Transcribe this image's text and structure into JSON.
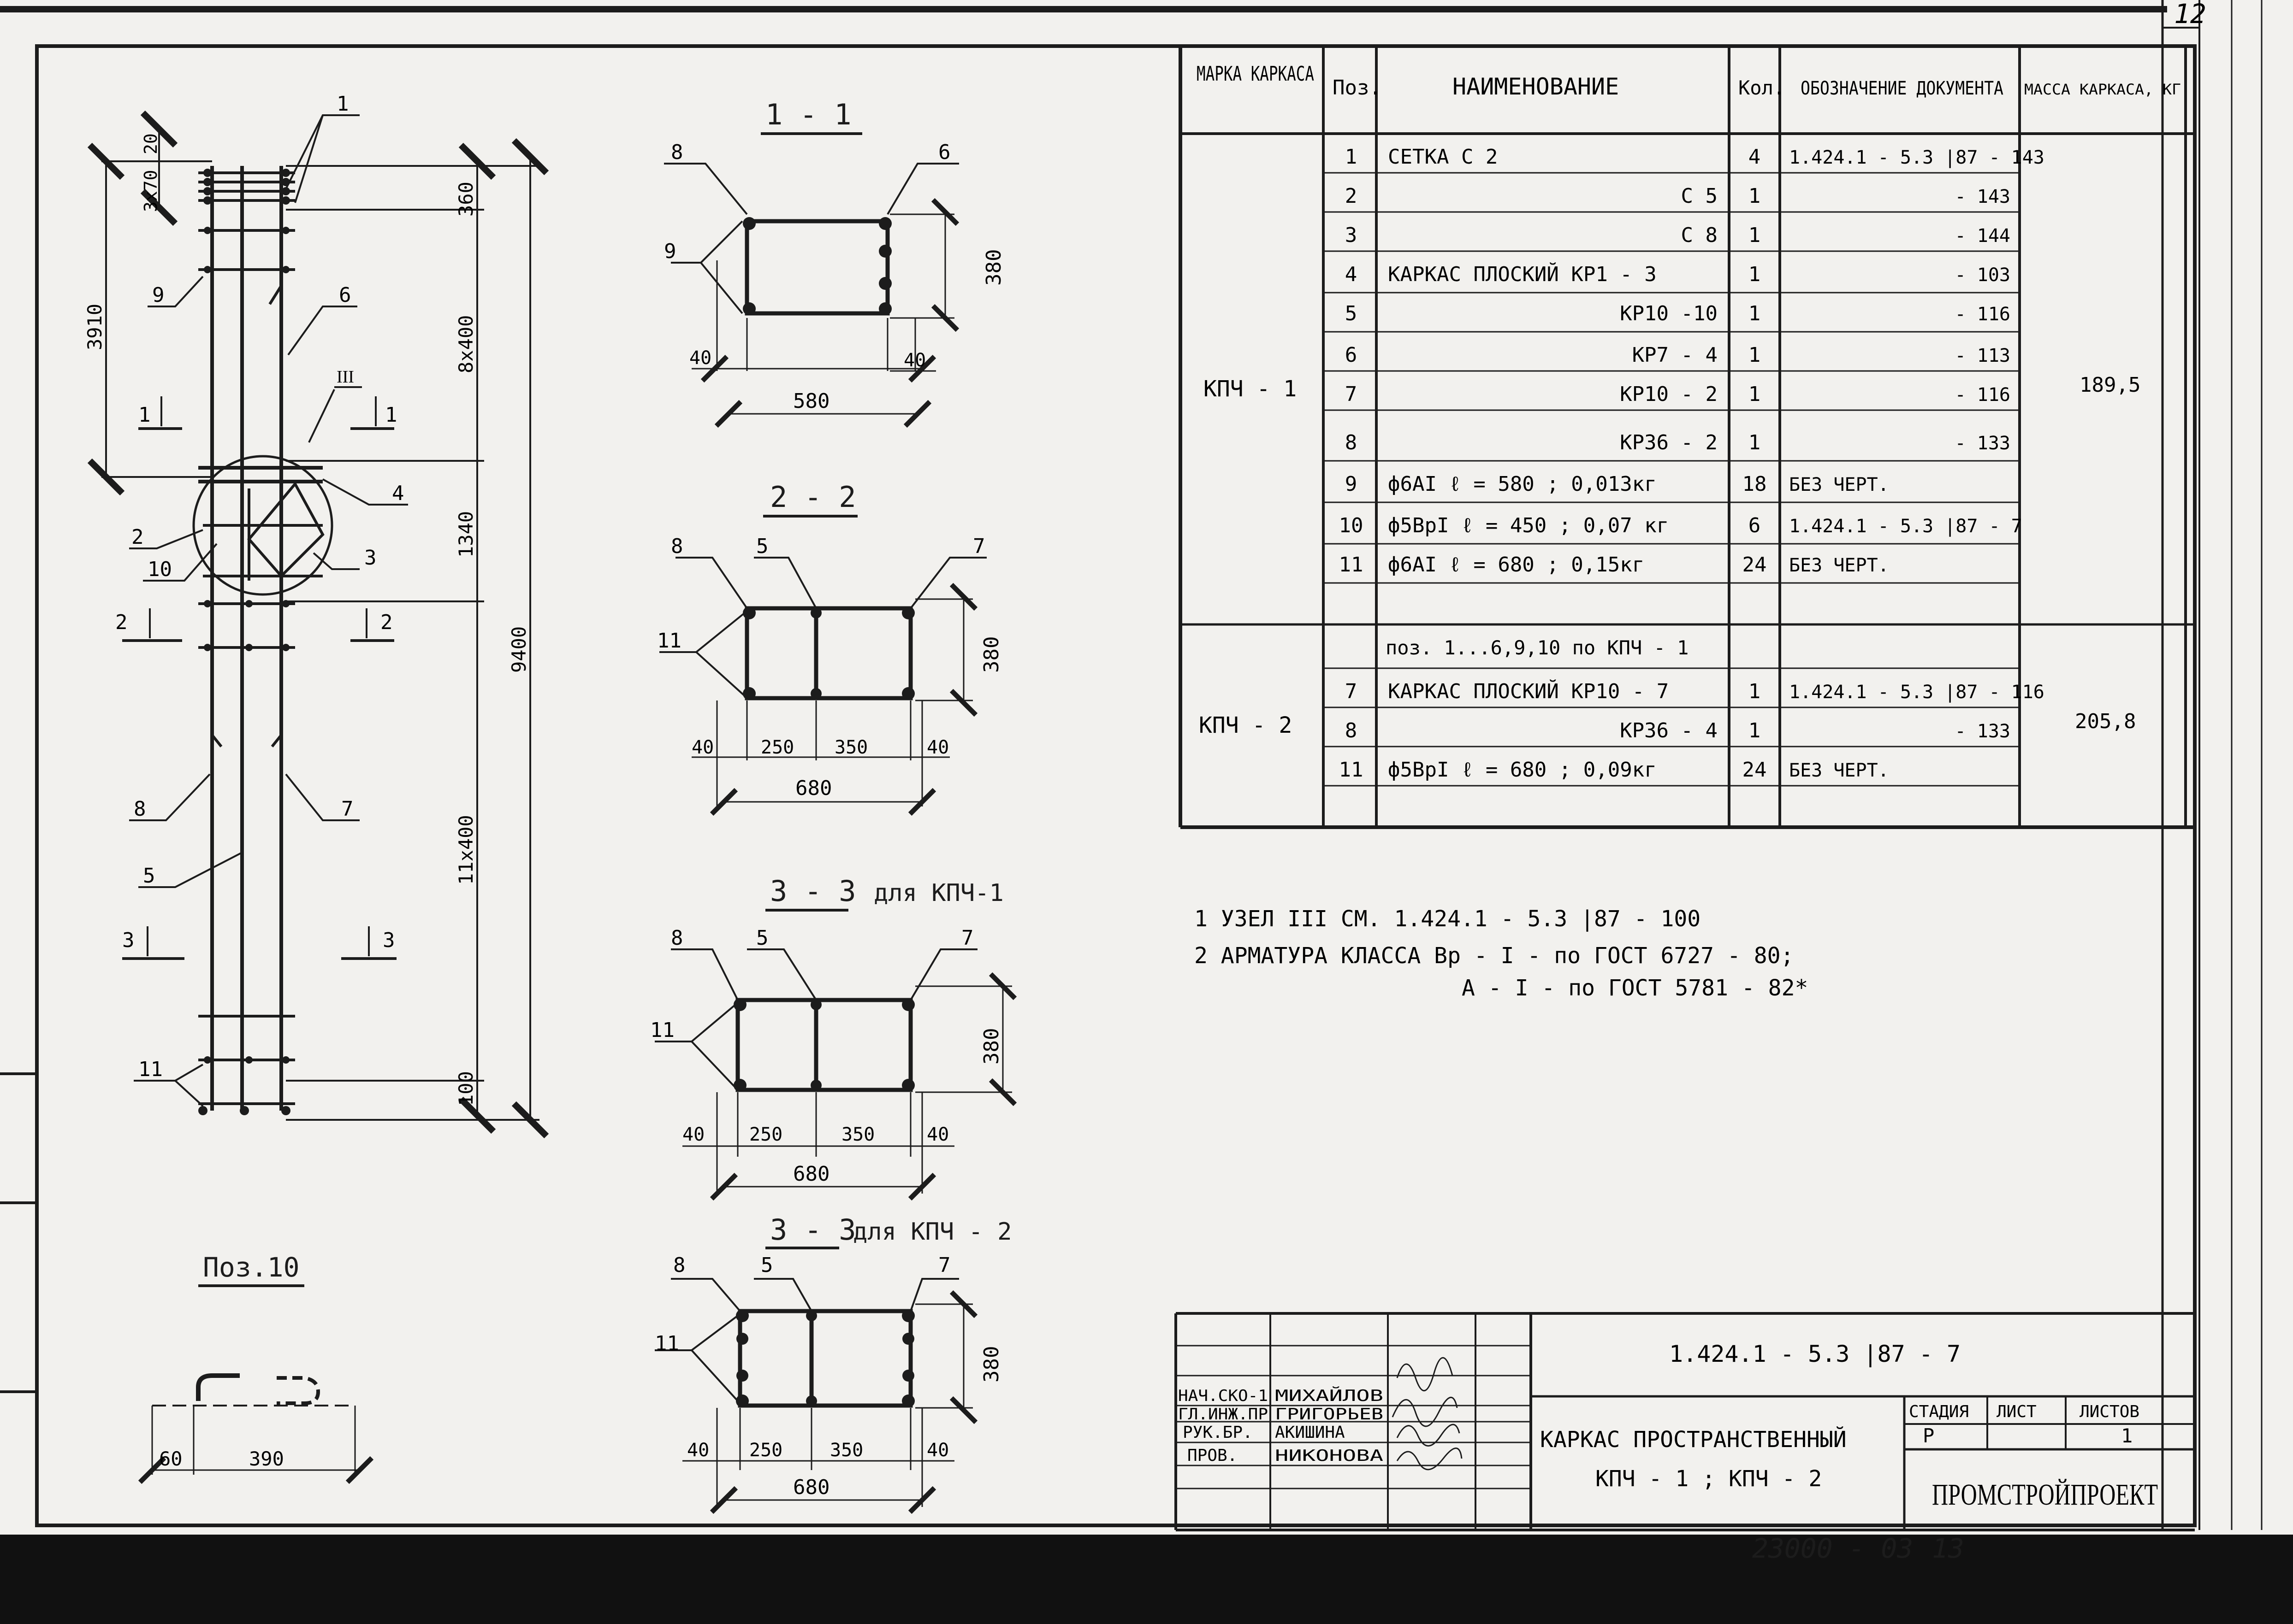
{
  "page_number": "12",
  "views": {
    "elevation": {
      "dims_left": [
        "20",
        "3x70",
        "3910"
      ],
      "dims_right": [
        "360",
        "8x400",
        "1340",
        "11x400",
        "100",
        "9400"
      ],
      "node": "III",
      "callouts": [
        "1",
        "9",
        "6",
        "4",
        "2",
        "10",
        "3",
        "8",
        "7",
        "5",
        "11"
      ],
      "section_marks": [
        "1",
        "1",
        "2",
        "2",
        "3",
        "3"
      ]
    },
    "s11": {
      "title": "1 - 1",
      "callouts": [
        "8",
        "6",
        "9"
      ],
      "dims": [
        "40",
        "40",
        "580",
        "380"
      ]
    },
    "s22": {
      "title": "2 - 2",
      "callouts": [
        "8",
        "5",
        "7",
        "11"
      ],
      "dims": [
        "40",
        "250",
        "350",
        "40",
        "680",
        "380"
      ]
    },
    "s33a": {
      "title": "3 - 3",
      "suffix": "для КПЧ-1",
      "callouts": [
        "8",
        "5",
        "7",
        "11"
      ],
      "dims": [
        "40",
        "250",
        "350",
        "40",
        "680",
        "380"
      ]
    },
    "s33b": {
      "title": "3 - 3",
      "suffix": "для КПЧ - 2",
      "callouts": [
        "8",
        "5",
        "7",
        "11"
      ],
      "dims": [
        "40",
        "250",
        "350",
        "40",
        "680",
        "380"
      ]
    },
    "pos10": {
      "title": "Поз.10",
      "dims": [
        "60",
        "390"
      ]
    }
  },
  "spec": {
    "headers": [
      "МАРКА КАРКАСА",
      "Поз.",
      "НАИМЕНОВАНИЕ",
      "Кол.",
      "ОБОЗНАЧЕНИЕ ДОКУМЕНТА",
      "МАССА КАРКАСА, КГ"
    ],
    "kpch1": {
      "mark": "КПЧ - 1",
      "mass": "189,5",
      "rows": [
        {
          "pos": "1",
          "name": "СЕТКА С 2",
          "qty": "4",
          "doc": "1.424.1 - 5.3 |87 - 143"
        },
        {
          "pos": "2",
          "name": "С 5",
          "qty": "1",
          "doc": "- 143"
        },
        {
          "pos": "3",
          "name": "С 8",
          "qty": "1",
          "doc": "- 144"
        },
        {
          "pos": "4",
          "name": "КАРКАС ПЛОСКИЙ КР1 - 3",
          "qty": "1",
          "doc": "- 103"
        },
        {
          "pos": "5",
          "name": "КР10 -10",
          "qty": "1",
          "doc": "- 116"
        },
        {
          "pos": "6",
          "name": "КР7 - 4",
          "qty": "1",
          "doc": "- 113"
        },
        {
          "pos": "7",
          "name": "КР10 - 2",
          "qty": "1",
          "doc": "- 116"
        },
        {
          "pos": "8",
          "name": "КР36 - 2",
          "qty": "1",
          "doc": "- 133"
        },
        {
          "pos": "9",
          "name": "ф6АI  ℓ = 580 ;  0,013кг",
          "qty": "18",
          "doc": "БЕЗ ЧЕРТ."
        },
        {
          "pos": "10",
          "name": "ф5ВрI  ℓ = 450 ;  0,07 кг",
          "qty": "6",
          "doc": "1.424.1 - 5.3 |87 - 7"
        },
        {
          "pos": "11",
          "name": "ф6АI  ℓ = 680 ;  0,15кг",
          "qty": "24",
          "doc": "БЕЗ ЧЕРТ."
        }
      ]
    },
    "kpch2": {
      "mark": "КПЧ - 2",
      "mass": "205,8",
      "note": "поз. 1...6,9,10 по КПЧ - 1",
      "rows": [
        {
          "pos": "7",
          "name": "КАРКАС ПЛОСКИЙ КР10 - 7",
          "qty": "1",
          "doc": "1.424.1 - 5.3 |87 - 116"
        },
        {
          "pos": "8",
          "name": "КР36 - 4",
          "qty": "1",
          "doc": "- 133"
        },
        {
          "pos": "11",
          "name": "ф5ВрI  ℓ = 680 ;  0,09кг",
          "qty": "24",
          "doc": "БЕЗ ЧЕРТ."
        }
      ]
    }
  },
  "notes": [
    "1 УЗЕЛ III СМ. 1.424.1 - 5.3 |87 - 100",
    "2 АРМАТУРА КЛАССА Вр - I - по ГОСТ 6727 - 80;",
    "А - I - по ГОСТ 5781 - 82*"
  ],
  "title_block": {
    "code": "1.424.1 - 5.3 |87 - 7",
    "title": "КАРКАС ПРОСТРАНСТВЕННЫЙ",
    "subtitle": "КПЧ - 1 ;  КПЧ - 2",
    "roles": [
      "НАЧ.СКО-1",
      "ГЛ.ИНЖ.ПР",
      "РУК.БР.",
      "ПРОВ."
    ],
    "names": [
      "МИХАЙЛОВ",
      "ГРИГОРЬЕВ",
      "АКИШИНА",
      "НИКОНОВА"
    ],
    "stage_label": "СТАДИЯ",
    "sheet_label": "ЛИСТ",
    "sheets_label": "ЛИСТОВ",
    "stage": "Р",
    "sheets": "1",
    "org": "ПРОМСТРОЙПРОЕКТ"
  },
  "footer": {
    "archive": "23000 - 03",
    "page": "13"
  }
}
